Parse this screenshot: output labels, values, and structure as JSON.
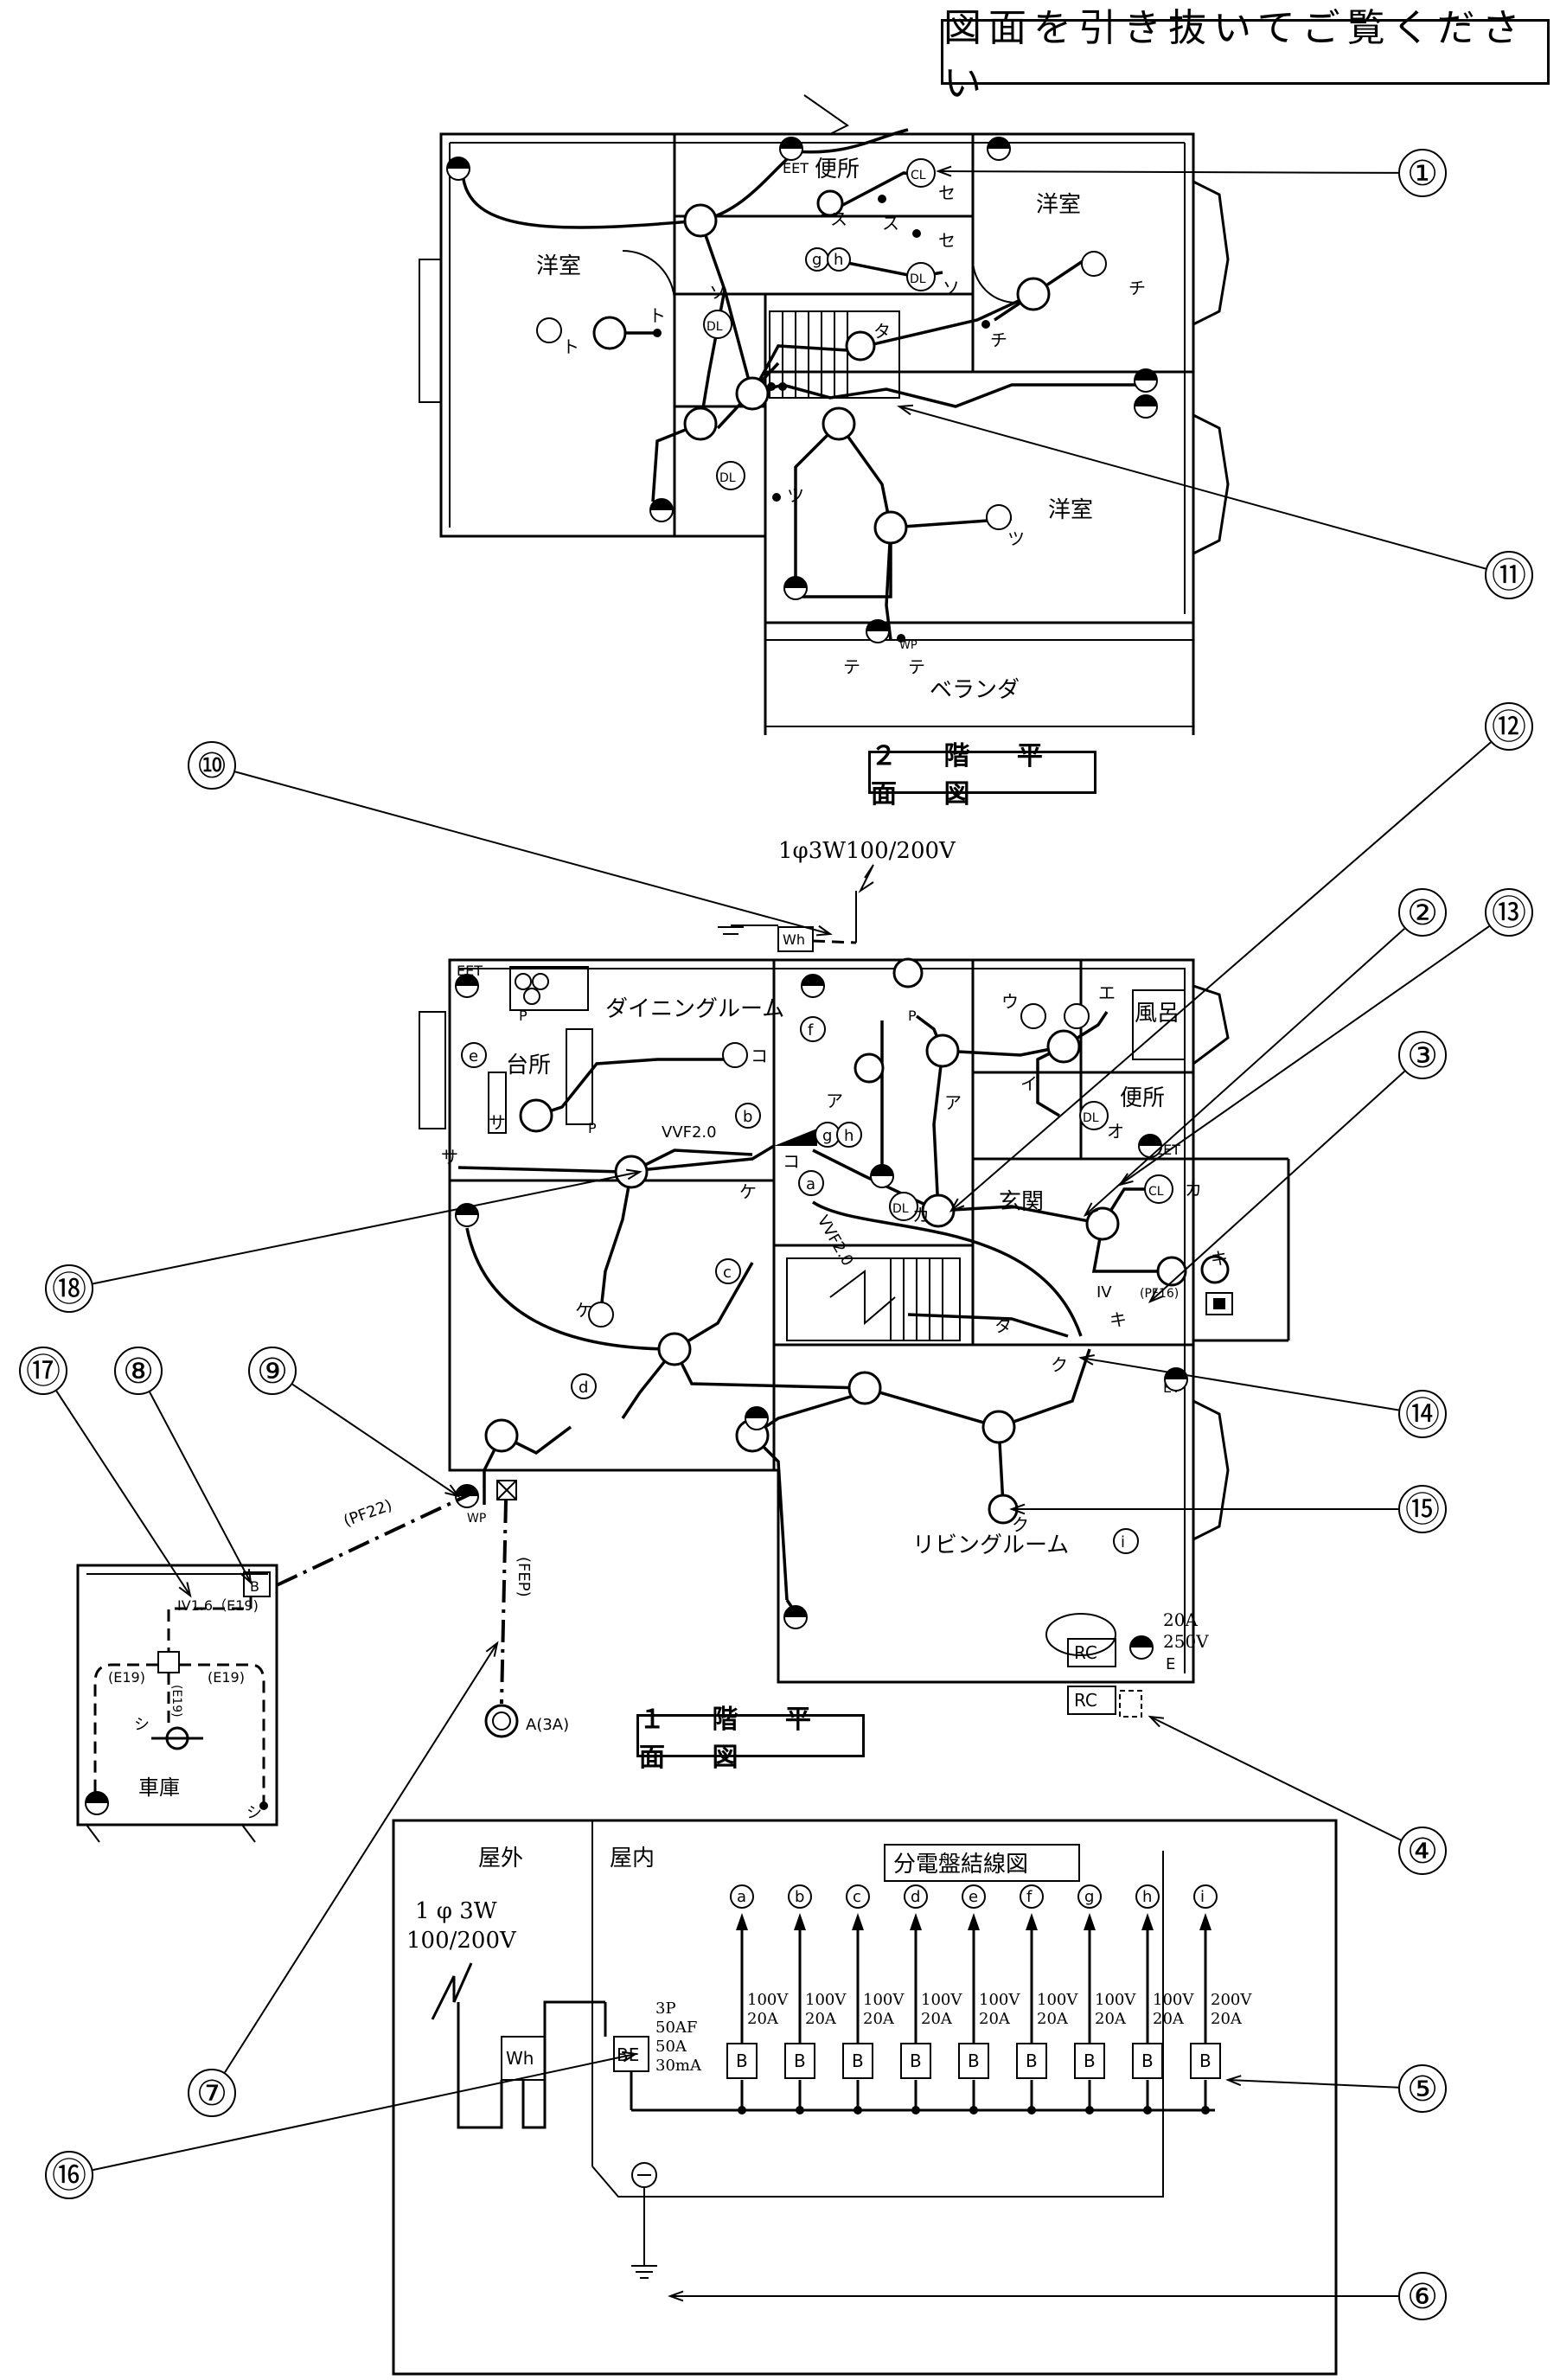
{
  "banner": "図面を引き抜いてご覧ください",
  "floor2": {
    "title": "２ 階 平 面 図",
    "rooms": [
      "洋室",
      "便所",
      "洋室",
      "洋室",
      "ベランダ"
    ],
    "symbols": [
      "EET",
      "CL",
      "DL",
      "DL",
      "DL",
      "WP"
    ],
    "switch_labels": [
      "セ",
      "ス",
      "ソ",
      "チ",
      "タ",
      "ト",
      "ツ",
      "テ"
    ],
    "branch_marks": [
      "g",
      "h"
    ]
  },
  "floor1": {
    "title": "１ 階 平 面 図",
    "supply": "1φ3W100/200V",
    "meter": "Wh",
    "rooms": [
      "台所",
      "ダイニングルーム",
      "風呂",
      "便所",
      "玄関",
      "リビングルーム",
      "車庫"
    ],
    "cable_labels": [
      "VVF2.0",
      "VVF2.0",
      "(PF22)",
      "(FEP)",
      "IV1.6（E19)",
      "(E19)",
      "(E19)",
      "(E19)",
      "IV",
      "(PF16)"
    ],
    "symbols": [
      "EET",
      "DL",
      "DL",
      "CL",
      "WP",
      "EET",
      "ET",
      "RC",
      "RC",
      "B",
      "P",
      "P",
      "P"
    ],
    "receptacle_rating": [
      "20A",
      "250V",
      "E"
    ],
    "pole_outlet": "A(3A)",
    "branch_marks": [
      "a",
      "b",
      "c",
      "d",
      "e",
      "f",
      "g",
      "h",
      "i"
    ],
    "switch_labels": [
      "ア",
      "イ",
      "ウ",
      "エ",
      "オ",
      "カ",
      "キ",
      "ク",
      "ケ",
      "コ",
      "サ",
      "シ",
      "タ"
    ]
  },
  "panel": {
    "title": "分電盤結線図",
    "outdoor": "屋外",
    "indoor": "屋内",
    "supply_line1": "1 φ 3W",
    "supply_line2": "100/200V",
    "meter": "Wh",
    "main_breaker": "BE",
    "main_spec": [
      "3P",
      "50AF",
      "50A",
      "30mA"
    ],
    "branches": [
      {
        "mark": "a",
        "volt": "100V",
        "amp": "20A",
        "label": "B"
      },
      {
        "mark": "b",
        "volt": "100V",
        "amp": "20A",
        "label": "B"
      },
      {
        "mark": "c",
        "volt": "100V",
        "amp": "20A",
        "label": "B"
      },
      {
        "mark": "d",
        "volt": "100V",
        "amp": "20A",
        "label": "B"
      },
      {
        "mark": "e",
        "volt": "100V",
        "amp": "20A",
        "label": "B"
      },
      {
        "mark": "f",
        "volt": "100V",
        "amp": "20A",
        "label": "B"
      },
      {
        "mark": "g",
        "volt": "100V",
        "amp": "20A",
        "label": "B"
      },
      {
        "mark": "h",
        "volt": "100V",
        "amp": "20A",
        "label": "B"
      },
      {
        "mark": "i",
        "volt": "200V",
        "amp": "20A",
        "label": "B"
      }
    ]
  },
  "callouts": [
    "①",
    "②",
    "③",
    "④",
    "⑤",
    "⑥",
    "⑦",
    "⑧",
    "⑨",
    "⑩",
    "⑪",
    "⑫",
    "⑬",
    "⑭",
    "⑮",
    "⑯",
    "⑰",
    "⑱"
  ]
}
